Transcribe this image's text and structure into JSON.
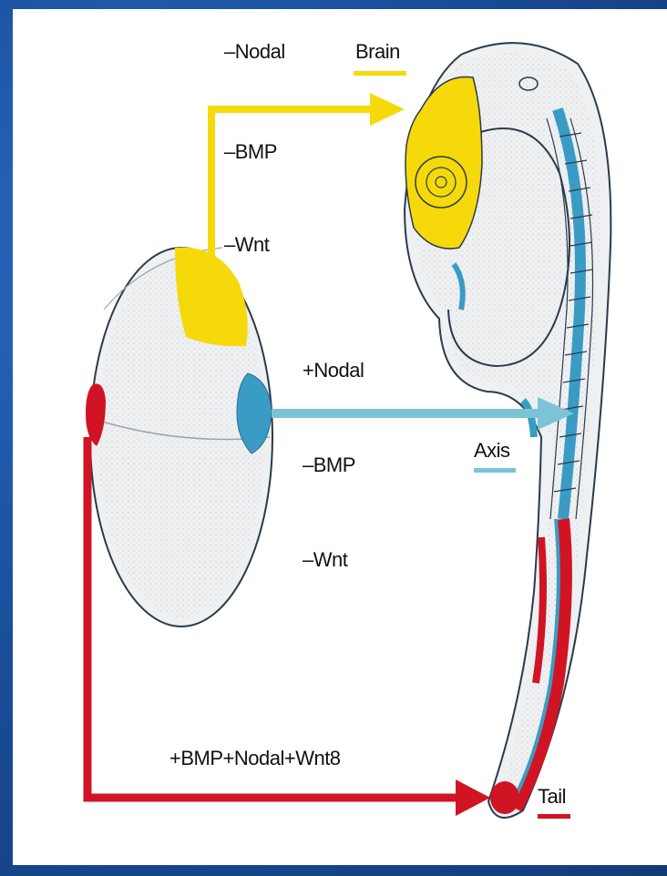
{
  "panel": {
    "background": "#ffffff"
  },
  "pathways": {
    "brain": {
      "conditions": [
        "–Nodal",
        "–BMP",
        "–Wnt"
      ],
      "target": "Brain",
      "color": "#f5d90a"
    },
    "axis": {
      "conditions": [
        "+Nodal",
        "–BMP",
        "–Wnt"
      ],
      "target": "Axis",
      "color": "#7cc3d6"
    },
    "tail": {
      "conditions": [
        "+BMP+Nodal+Wnt8"
      ],
      "target": "Tail",
      "color": "#d01424"
    }
  },
  "colors": {
    "embryo_fill": "#eef0f2",
    "outline": "#2b3a4a",
    "slide_background": "#1a4f9c",
    "axis_dark": "#3a9cc4"
  }
}
